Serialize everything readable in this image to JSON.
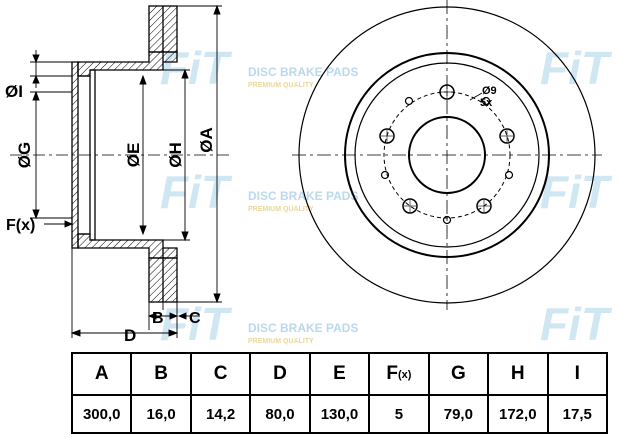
{
  "watermark": {
    "logo": "FiT",
    "tagline": "DISC BRAKE PADS",
    "subline": "PREMIUM QUALITY"
  },
  "labels": {
    "phi_i": "ØI",
    "phi_g": "ØG",
    "phi_e": "ØE",
    "phi_h": "ØH",
    "phi_a": "ØA",
    "f_x": "F(x)",
    "d": "D",
    "b": "B",
    "c": "C",
    "hole_dia": "Ø9",
    "hole_count": "5x"
  },
  "table": {
    "headers": [
      "A",
      "B",
      "C",
      "D",
      "E",
      "F",
      "G",
      "H",
      "I"
    ],
    "header_sub": "(x)",
    "values": [
      "300,0",
      "16,0",
      "14,2",
      "80,0",
      "130,0",
      "5",
      "79,0",
      "172,0",
      "17,5"
    ]
  },
  "colors": {
    "line": "#000000",
    "watermark_blue": "#cfe6f3",
    "watermark_gold": "#e9d79a"
  }
}
